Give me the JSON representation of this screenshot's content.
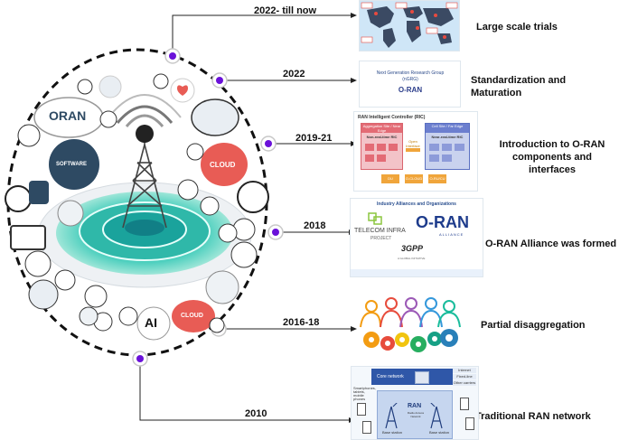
{
  "timeline": [
    {
      "year": "2022- till now",
      "label": "Large scale trials"
    },
    {
      "year": "2022",
      "label": "Standardization and Maturation"
    },
    {
      "year": "2019-21",
      "label": "Introduction to O-RAN components and interfaces"
    },
    {
      "year": "2018",
      "label": "O-RAN Alliance was formed"
    },
    {
      "year": "2016-18",
      "label": "Partial disaggregation"
    },
    {
      "year": "2010",
      "label": "Traditional RAN network"
    }
  ],
  "hub_icons": {
    "oran": "ORAN",
    "software": "SOFTWARE",
    "cloud": "CLOUD",
    "ai": "AI",
    "cloud2": "CLOUD"
  },
  "thumb_ngrg": {
    "line1": "Next Generation Research Group",
    "line2": "(nGRG)",
    "logo": "O-RAN"
  },
  "thumb_ric": {
    "title": "RAN Intelligent Controller (RIC)",
    "left_head": "Aggregation Site / Near Edge",
    "left_body": "Non-real-time RIC",
    "right_head": "Cell Site / Far Edge",
    "right_body": "Near-real-time RIC",
    "mid": "Open Interface",
    "b1": "DU",
    "b2": "O-CLOUD",
    "b3": "O-RU/CU"
  },
  "thumb_alliance": {
    "title": "Industry Alliances and Organizations",
    "tip1": "TELECOM INFRA",
    "tip2": "PROJECT",
    "oran": "O-RAN",
    "oran_sub": "ALLIANCE",
    "gpp": "3GPP",
    "gpp_sub": "A GLOBAL INITIATIVE"
  },
  "thumb_ran": {
    "core": "Core network",
    "internet": "Internet",
    "fixed": "Fixed-line",
    "carriers": "Other carriers",
    "devices": "Smartphones, tablets, mobile phones",
    "ran": "RAN",
    "ran_sub": "Radio Access Network",
    "bs1": "Base station",
    "bs2": "Base station"
  },
  "colors": {
    "node_fill": "#6a11d9",
    "accent_teal": "#31c7b5",
    "cloud_red": "#e85c55"
  }
}
